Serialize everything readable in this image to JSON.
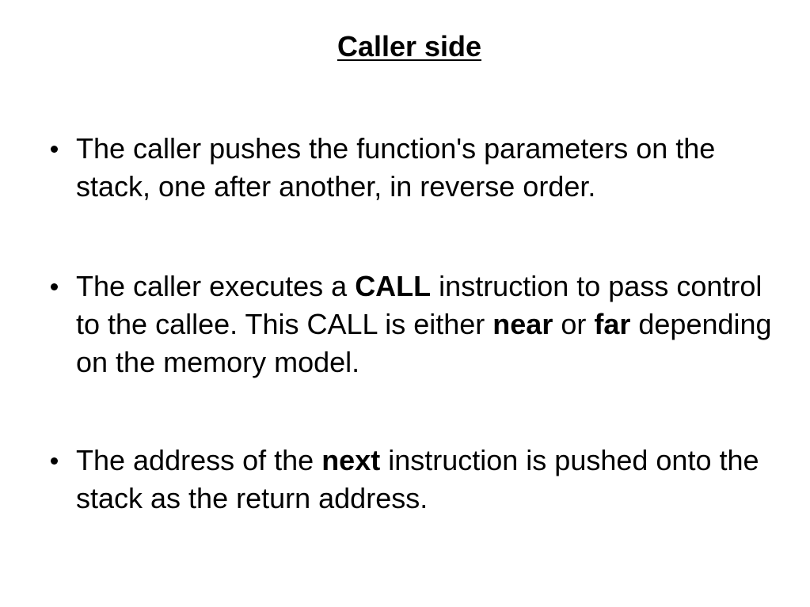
{
  "slide": {
    "title": "Caller side",
    "bullets": [
      {
        "parts": [
          "The caller pushes the function's parameters on the stack, one after another, in reverse order."
        ]
      },
      {
        "parts": [
          "The caller executes a ",
          "CALL",
          " instruction to pass control to the callee. This CALL is either ",
          "near",
          " or ",
          "far",
          " depending on the memory model."
        ]
      },
      {
        "parts": [
          "The address of the ",
          "next",
          " instruction is pushed onto the stack as the return address."
        ]
      }
    ]
  }
}
